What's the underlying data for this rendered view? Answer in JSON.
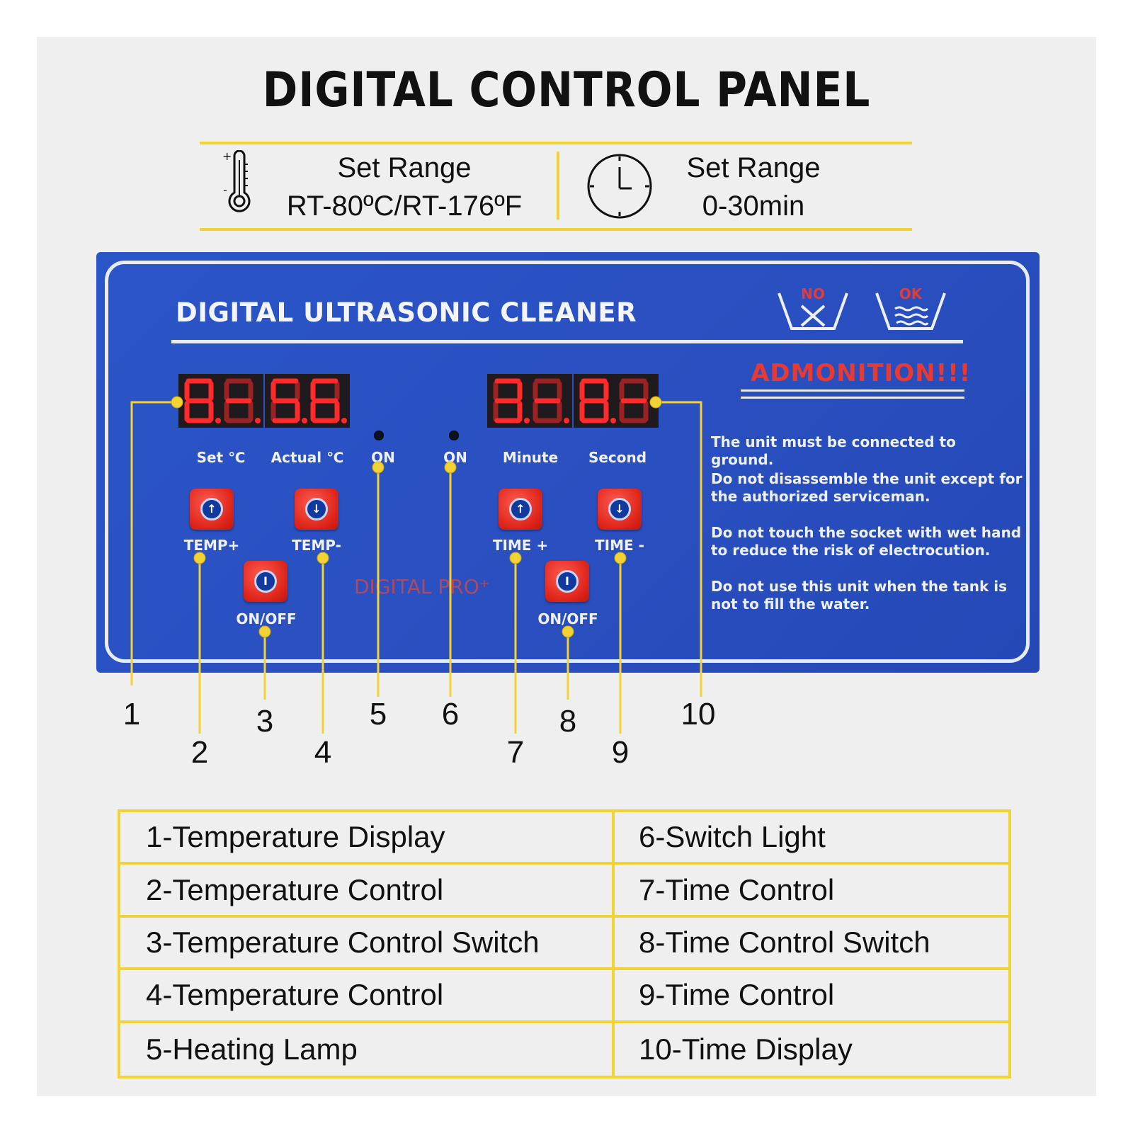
{
  "title": "DIGITAL CONTROL PANEL",
  "temp_range": {
    "label": "Set Range",
    "value": "RT-80ºC/RT-176ºF"
  },
  "time_range": {
    "label": "Set Range",
    "value": "0-30min"
  },
  "panel": {
    "title": "DIGITAL ULTRASONIC CLEANER",
    "no_label": "NO",
    "ok_label": "OK",
    "admonition": "ADMONITION!!!",
    "brand": "DIGITAL PRO⁺",
    "labels": {
      "set_c": "Set  ℃",
      "actual_c": "Actual ℃",
      "on_left": "ON",
      "on_right": "ON",
      "minute": "Minute",
      "second": "Second",
      "temp_plus": "TEMP+",
      "temp_minus": "TEMP-",
      "time_plus": "TIME +",
      "time_minus": "TIME -",
      "onoff_left": "ON/OFF",
      "onoff_right": "ON/OFF"
    },
    "warnings": [
      "The unit must be connected to ground.",
      "Do not disassemble the unit except for the authorized serviceman.",
      "Do not touch the socket with wet hand to reduce the risk of electrocution.",
      "Do not use this unit when the tank is not to fill the water."
    ]
  },
  "callouts": [
    "1",
    "2",
    "3",
    "4",
    "5",
    "6",
    "7",
    "8",
    "9",
    "10"
  ],
  "legend": {
    "left": [
      "1-Temperature Display",
      "2-Temperature Control",
      "3-Temperature Control Switch",
      "4-Temperature Control",
      "5-Heating Lamp"
    ],
    "right": [
      "6-Switch Light",
      "7-Time Control",
      "8-Time Control Switch",
      "9-Time Control",
      "10-Time Display"
    ]
  },
  "colors": {
    "accent_yellow": "#f2d235",
    "panel_blue": "#2a52c4",
    "button_red": "#e02a1f",
    "led_red": "#ff2a2a",
    "admonition_red": "#e63a33"
  },
  "icons": [
    "thermometer-icon",
    "clock-icon",
    "no-wash-icon",
    "ok-wash-icon",
    "arrow-up-icon",
    "arrow-down-icon",
    "power-icon"
  ]
}
